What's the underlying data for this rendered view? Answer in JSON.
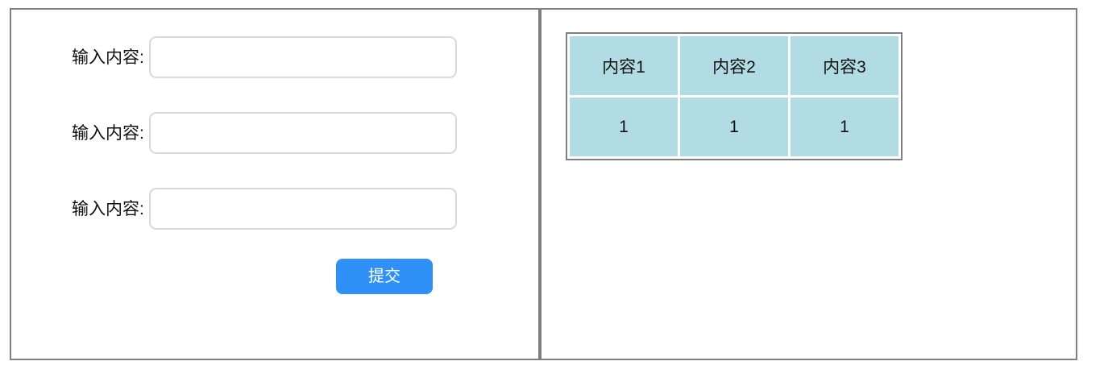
{
  "colors": {
    "panel_border": "#7f7f7f",
    "input_border": "#d9d9d9",
    "button_bg": "#2f90f7",
    "button_text": "#ffffff",
    "table_cell_bg": "#b2dce3",
    "table_border": "#7f7f7f",
    "page_bg": "#ffffff",
    "text": "#101010"
  },
  "left_panel": {
    "form": {
      "fields": [
        {
          "label": "输入内容:",
          "value": "",
          "placeholder": ""
        },
        {
          "label": "输入内容:",
          "value": "",
          "placeholder": ""
        },
        {
          "label": "输入内容:",
          "value": "",
          "placeholder": ""
        }
      ],
      "submit_label": "提交"
    }
  },
  "right_panel": {
    "table": {
      "headers": [
        "内容1",
        "内容2",
        "内容3"
      ],
      "rows": [
        [
          "1",
          "1",
          "1"
        ]
      ]
    }
  }
}
